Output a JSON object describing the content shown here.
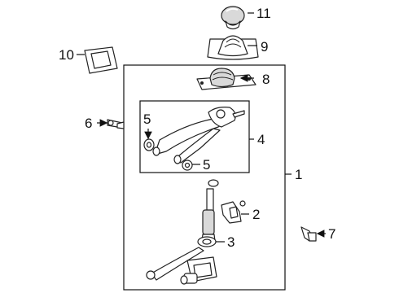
{
  "diagram": {
    "callouts": {
      "c1": "1",
      "c2": "2",
      "c3": "3",
      "c4": "4",
      "c5a": "5",
      "c5b": "5",
      "c6": "6",
      "c7": "7",
      "c8": "8",
      "c9": "9",
      "c10": "10",
      "c11": "11"
    },
    "parts": [
      {
        "id": "1",
        "name": "shifter-assembly"
      },
      {
        "id": "2",
        "name": "bracket"
      },
      {
        "id": "3",
        "name": "bushing"
      },
      {
        "id": "4",
        "name": "shift-lever-fork"
      },
      {
        "id": "5",
        "name": "bushing"
      },
      {
        "id": "6",
        "name": "clip"
      },
      {
        "id": "7",
        "name": "bolt"
      },
      {
        "id": "8",
        "name": "boot-base"
      },
      {
        "id": "9",
        "name": "boot"
      },
      {
        "id": "10",
        "name": "bezel"
      },
      {
        "id": "11",
        "name": "knob"
      }
    ]
  }
}
